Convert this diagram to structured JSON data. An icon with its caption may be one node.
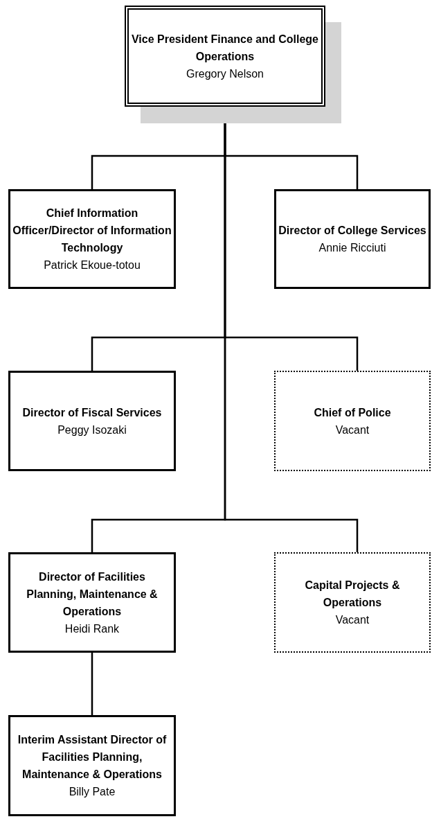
{
  "diagram": {
    "nodes": [
      {
        "text": [
          "Vice President Finance and College Operations",
          "Gregory Nelson"
        ]
      },
      {
        "text": [
          "Chief Information Officer/Director of Information Technology",
          "Patrick Ekoue-totou"
        ]
      },
      {
        "text": [
          "Director of College Services",
          "Annie Ricciuti"
        ]
      },
      {
        "text": [
          "Director of Fiscal Services",
          "Peggy Isozaki"
        ]
      },
      {
        "text": [
          "Chief of Police",
          "Vacant"
        ]
      },
      {
        "text": [
          "Director of Facilities Planning, Maintenance & Operations",
          "Heidi Rank"
        ]
      },
      {
        "text": [
          "Capital Projects & Operations",
          "Vacant"
        ]
      },
      {
        "text": [
          "Interim Assistant Director of Facilities Planning, Maintenance & Operations",
          "Billy Pate"
        ]
      }
    ],
    "edges": [
      {
        "from": 0,
        "to": 1,
        "arrow": "none"
      },
      {
        "from": 0,
        "to": 2,
        "arrow": "none"
      },
      {
        "from": 0,
        "to": 3,
        "arrow": "none"
      },
      {
        "from": 0,
        "to": 4,
        "arrow": "none"
      },
      {
        "from": 0,
        "to": 5,
        "arrow": "none"
      },
      {
        "from": 0,
        "to": 6,
        "arrow": "none"
      },
      {
        "from": 5,
        "to": 7,
        "arrow": "none"
      }
    ]
  }
}
